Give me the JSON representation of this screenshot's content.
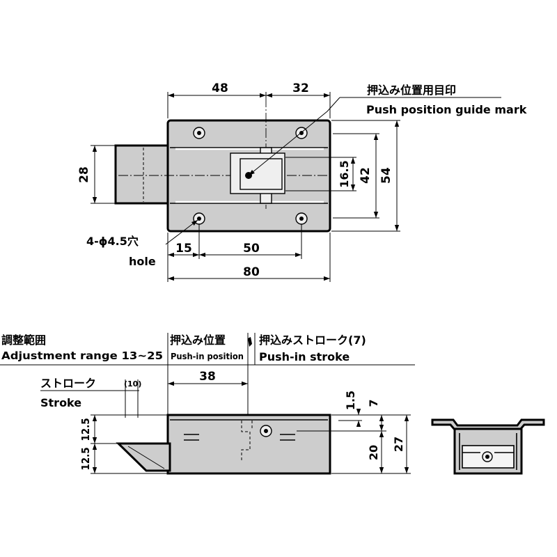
{
  "top_view": {
    "dim_48": "48",
    "dim_32": "32",
    "dim_28": "28",
    "dim_16_5": "16.5",
    "dim_42": "42",
    "dim_54": "54",
    "dim_15": "15",
    "dim_50": "50",
    "dim_80": "80",
    "guide_mark_jp": "押込み位置用目印",
    "guide_mark_en": "Push position guide mark",
    "hole_jp": "4-ϕ4.5穴",
    "hole_en": "hole"
  },
  "side_view": {
    "adjust_jp": "調整範囲",
    "adjust_en": "Adjustment range 13~25",
    "push_pos_jp": "押込み位置",
    "push_pos_en": "Push-in position",
    "stroke_jp": "押込みストローク(7)",
    "stroke_en": "Push-in stroke",
    "dim_38": "38",
    "stroke_lbl_jp": "ストローク",
    "stroke_lbl_en": "Stroke",
    "dim_10": "(10)",
    "dim_12_5a": "12.5",
    "dim_12_5b": "12.5",
    "dim_1_5": "1.5",
    "dim_7": "7",
    "dim_20": "20",
    "dim_27": "27"
  }
}
